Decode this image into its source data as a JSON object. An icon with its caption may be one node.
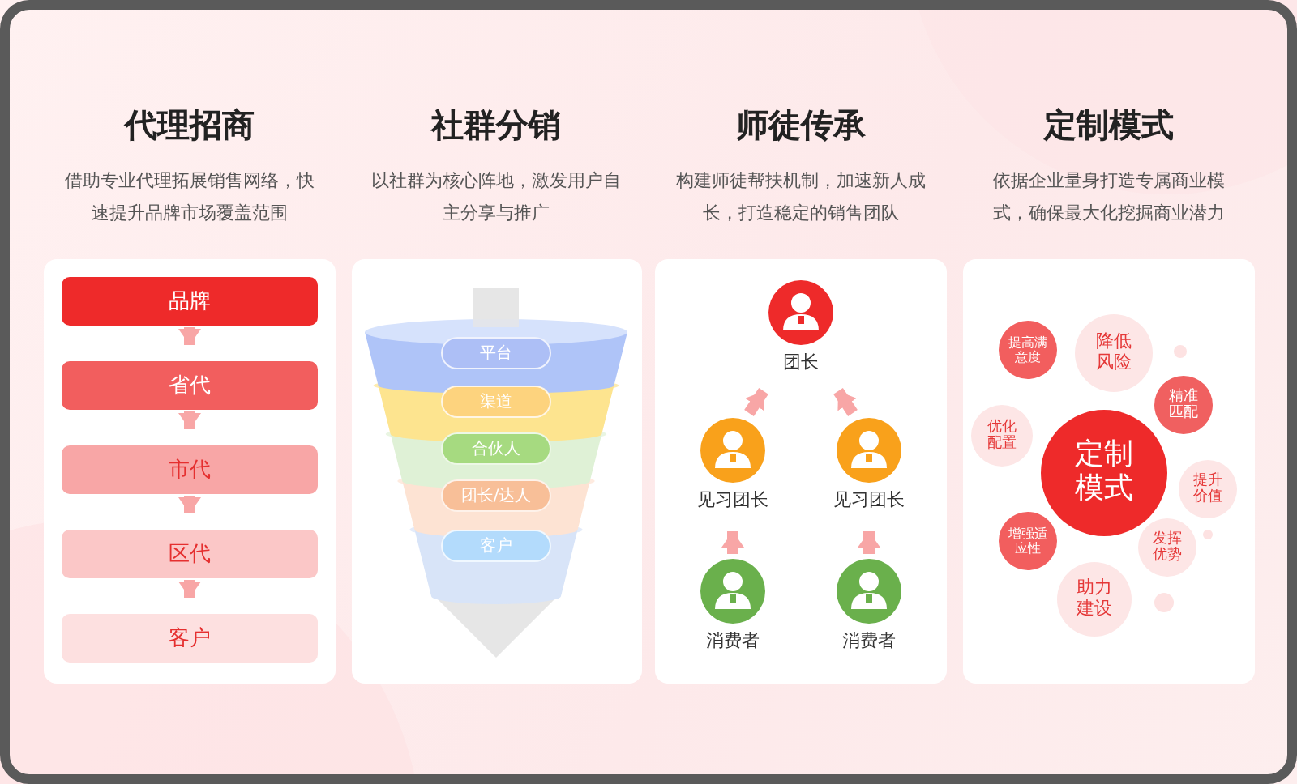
{
  "diagram": {
    "nodes": [
      {
        "text": [
          "品牌"
        ]
      },
      {
        "text": [
          "省代"
        ]
      },
      {
        "text": [
          "市代"
        ]
      },
      {
        "text": [
          "区代"
        ]
      },
      {
        "text": [
          "客户"
        ]
      },
      {
        "text": [
          "平台"
        ]
      },
      {
        "text": [
          "渠道"
        ]
      },
      {
        "text": [
          "合伙人"
        ]
      },
      {
        "text": [
          "团长/达人"
        ]
      },
      {
        "text": [
          "客户"
        ]
      },
      {
        "text": [
          "团长"
        ]
      },
      {
        "text": [
          "见习团长"
        ]
      },
      {
        "text": [
          "见习团长"
        ]
      },
      {
        "text": [
          "消费者"
        ]
      },
      {
        "text": [
          "消费者"
        ]
      },
      {
        "text": [
          "定制模式"
        ]
      },
      {
        "text": [
          "提高满意度"
        ]
      },
      {
        "text": [
          "降低风险"
        ]
      },
      {
        "text": [
          "精准匹配"
        ]
      },
      {
        "text": [
          "优化配置"
        ]
      },
      {
        "text": [
          "提升价值"
        ]
      },
      {
        "text": [
          "增强适应性"
        ]
      },
      {
        "text": [
          "发挥优势"
        ]
      },
      {
        "text": [
          "助力建设"
        ]
      }
    ],
    "edges": [
      {
        "from": 0,
        "to": 1,
        "arrow": "to"
      },
      {
        "from": 1,
        "to": 2,
        "arrow": "to"
      },
      {
        "from": 2,
        "to": 3,
        "arrow": "to"
      },
      {
        "from": 3,
        "to": 4,
        "arrow": "to"
      },
      {
        "from": 11,
        "to": 10,
        "arrow": "to"
      },
      {
        "from": 12,
        "to": 10,
        "arrow": "to"
      },
      {
        "from": 13,
        "to": 11,
        "arrow": "to"
      },
      {
        "from": 14,
        "to": 12,
        "arrow": "to"
      }
    ],
    "labels": [
      "代理招商",
      "借助专业代理拓展销售网络，快速提升品牌市场覆盖范围",
      "社群分销",
      "以社群为核心阵地，激发用户自主分享与推广",
      "师徒传承",
      "构建师徒帮扶机制，加速新人成长，打造稳定的销售团队",
      "定制模式",
      "依据企业量身打造专属商业模式，确保最大化挖掘商业潜力"
    ]
  }
}
